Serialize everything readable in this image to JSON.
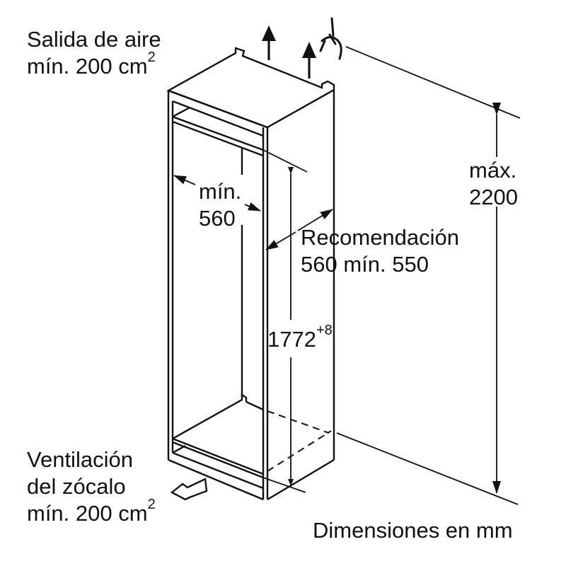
{
  "diagram": {
    "title": "Built-in fridge niche installation dimensions",
    "labels": {
      "air_outlet_line1": "Salida de aire",
      "air_outlet_line2": "mín. 200 cm",
      "air_outlet_sup": "2",
      "width_min_line1": "mín.",
      "width_min_line2": "560",
      "recommendation_line1": "Recomendación",
      "recommendation_line2": "560 mín. 550",
      "height_value": "1772",
      "height_tolerance": "+8",
      "max_height_line1": "máx.",
      "max_height_line2": "2200",
      "plinth_vent_line1": "Ventilación",
      "plinth_vent_line2": "del zócalo",
      "plinth_vent_line3": "mín. 200 cm",
      "plinth_vent_sup": "2",
      "units_note": "Dimensiones en mm"
    },
    "icons": {
      "air_out_arrows": "arrow-up-icon",
      "air_in_arrow": "arrow-right-outline-icon",
      "ceiling_symbol": "ceiling-break-icon"
    },
    "colors": {
      "line": "#111111",
      "background": "#ffffff"
    }
  }
}
